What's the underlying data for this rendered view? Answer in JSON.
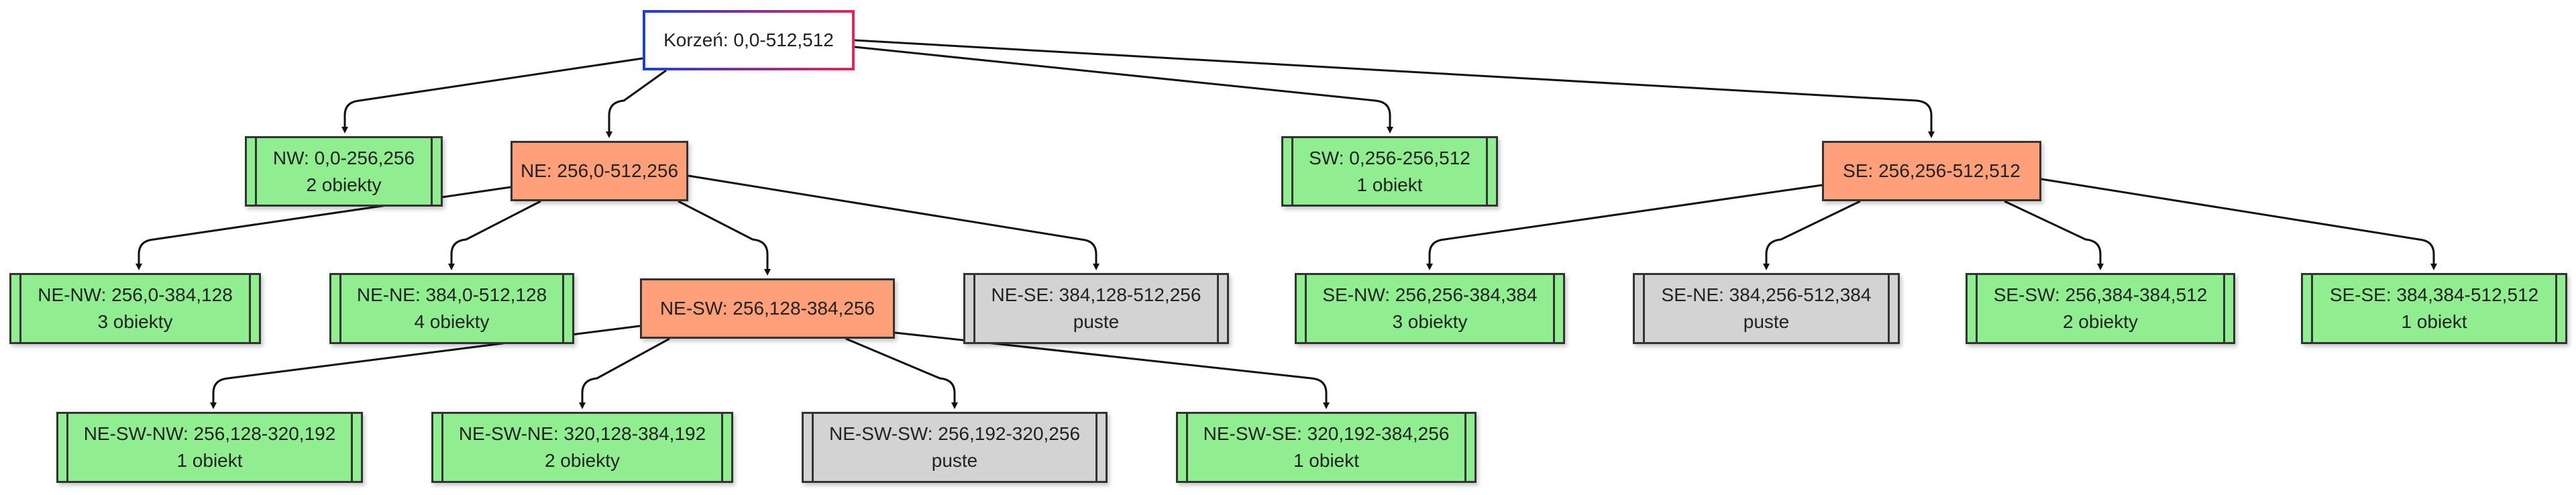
{
  "diagram": {
    "root": {
      "label": "Korzeń: 0,0-512,512"
    },
    "nw": {
      "label": "NW: 0,0-256,256",
      "count": "2 obiekty"
    },
    "ne": {
      "label": "NE: 256,0-512,256"
    },
    "sw": {
      "label": "SW: 0,256-256,512",
      "count": "1 obiekt"
    },
    "se": {
      "label": "SE: 256,256-512,512"
    },
    "ne_nw": {
      "label": "NE-NW: 256,0-384,128",
      "count": "3 obiekty"
    },
    "ne_ne": {
      "label": "NE-NE: 384,0-512,128",
      "count": "4 obiekty"
    },
    "ne_sw": {
      "label": "NE-SW: 256,128-384,256"
    },
    "ne_se": {
      "label": "NE-SE: 384,128-512,256",
      "count": "puste"
    },
    "se_nw": {
      "label": "SE-NW: 256,256-384,384",
      "count": "3 obiekty"
    },
    "se_ne": {
      "label": "SE-NE: 384,256-512,384",
      "count": "puste"
    },
    "se_sw": {
      "label": "SE-SW: 256,384-384,512",
      "count": "2 obiekty"
    },
    "se_se": {
      "label": "SE-SE: 384,384-512,512",
      "count": "1 obiekt"
    },
    "ne_sw_nw": {
      "label": "NE-SW-NW: 256,128-320,192",
      "count": "1 obiekt"
    },
    "ne_sw_ne": {
      "label": "NE-SW-NE: 320,128-384,192",
      "count": "2 obiekty"
    },
    "ne_sw_sw": {
      "label": "NE-SW-SW: 256,192-320,256",
      "count": "puste"
    },
    "ne_sw_se": {
      "label": "NE-SW-SE: 320,192-384,256",
      "count": "1 obiekt"
    }
  }
}
